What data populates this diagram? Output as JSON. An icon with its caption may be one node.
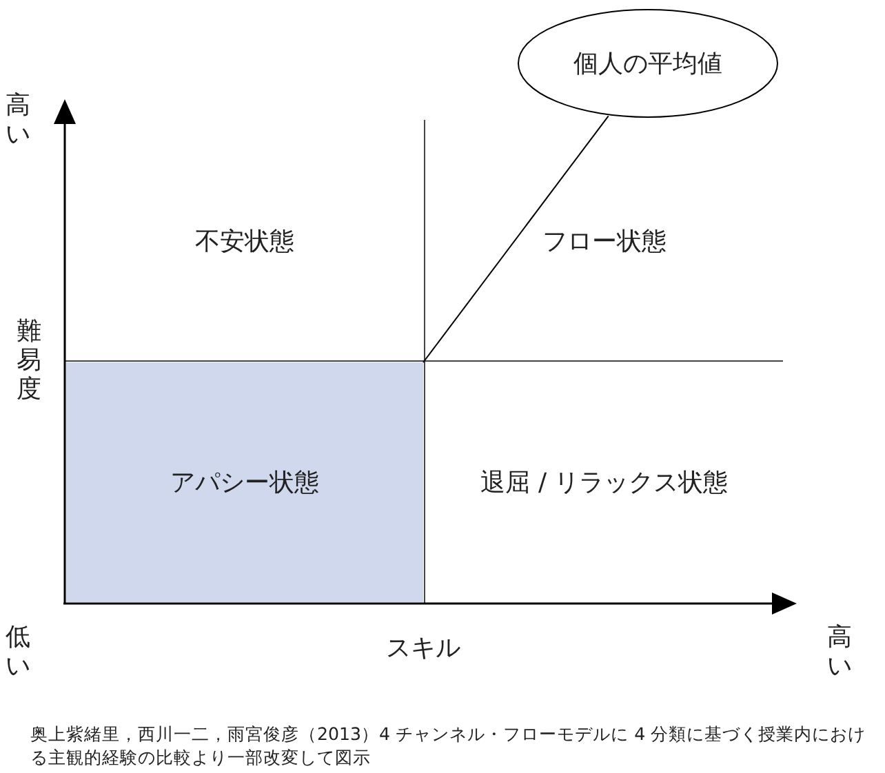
{
  "diagram": {
    "caption": "奥上紫緒里，西川一二，雨宮俊彦（2013）4 チャンネル・フローモデルに 4 分類に基づく授業内における主観的経験の比較より一部改変して図示",
    "nodes": [
      {
        "text": [
          "個人の平均値"
        ]
      },
      {
        "text": [
          "不安状態"
        ]
      },
      {
        "text": [
          "フロー状態"
        ]
      },
      {
        "text": [
          "アパシー状態"
        ]
      },
      {
        "text": [
          "退屈 / リラックス状態"
        ]
      }
    ],
    "edges": [
      {
        "from": 0,
        "to": 3,
        "arrow": "none"
      }
    ],
    "labels": [
      "高い",
      "難易度",
      "低い",
      "スキル",
      "高い"
    ]
  }
}
